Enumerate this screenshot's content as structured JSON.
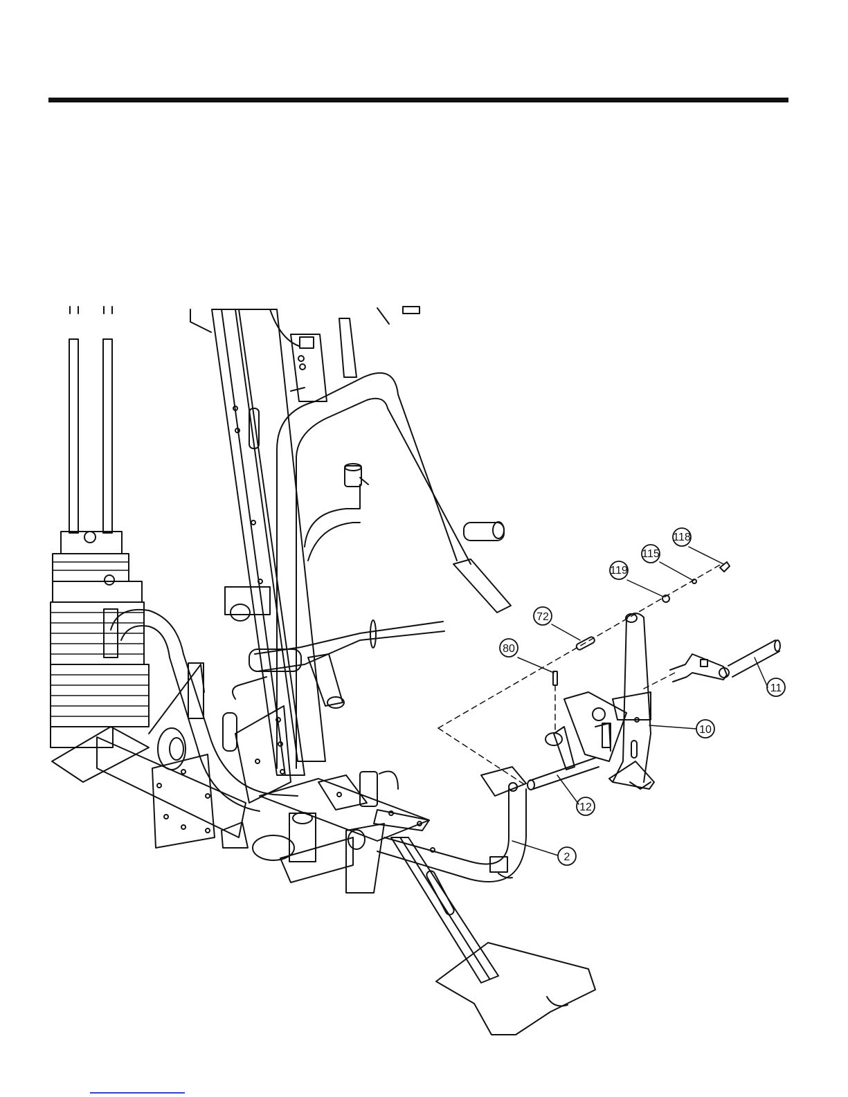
{
  "diagram": {
    "callouts": [
      {
        "id": "c118",
        "label": "118"
      },
      {
        "id": "c115",
        "label": "115"
      },
      {
        "id": "c119",
        "label": "119"
      },
      {
        "id": "c72",
        "label": "72"
      },
      {
        "id": "c80",
        "label": "80"
      },
      {
        "id": "c11",
        "label": "11"
      },
      {
        "id": "c10",
        "label": "10"
      },
      {
        "id": "c12",
        "label": "12"
      },
      {
        "id": "c2",
        "label": "2"
      }
    ]
  },
  "colors": {
    "ink": "#111111",
    "link": "#3344cc"
  }
}
